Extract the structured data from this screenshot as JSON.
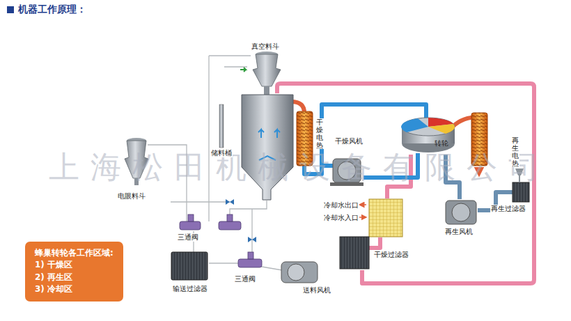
{
  "diagram": {
    "title": "机器工作原理：",
    "nodes": [
      {
        "text": [
          "蜂巢转轮各工作区域:",
          "1) 干燥区",
          "2) 再生区",
          "3) 冷却区"
        ]
      }
    ],
    "labels": [
      "真空料斗",
      "储料桶",
      "干燥电热",
      "干燥风机",
      "转轮",
      "再生电热",
      "电眼料斗",
      "冷却水出口",
      "冷却水入口",
      "再生风机",
      "再生过滤器",
      "三通阀",
      "三通阀",
      "干燥过滤器",
      "输送过滤器",
      "送料风机",
      "上海松田机械设备有限公司"
    ]
  }
}
